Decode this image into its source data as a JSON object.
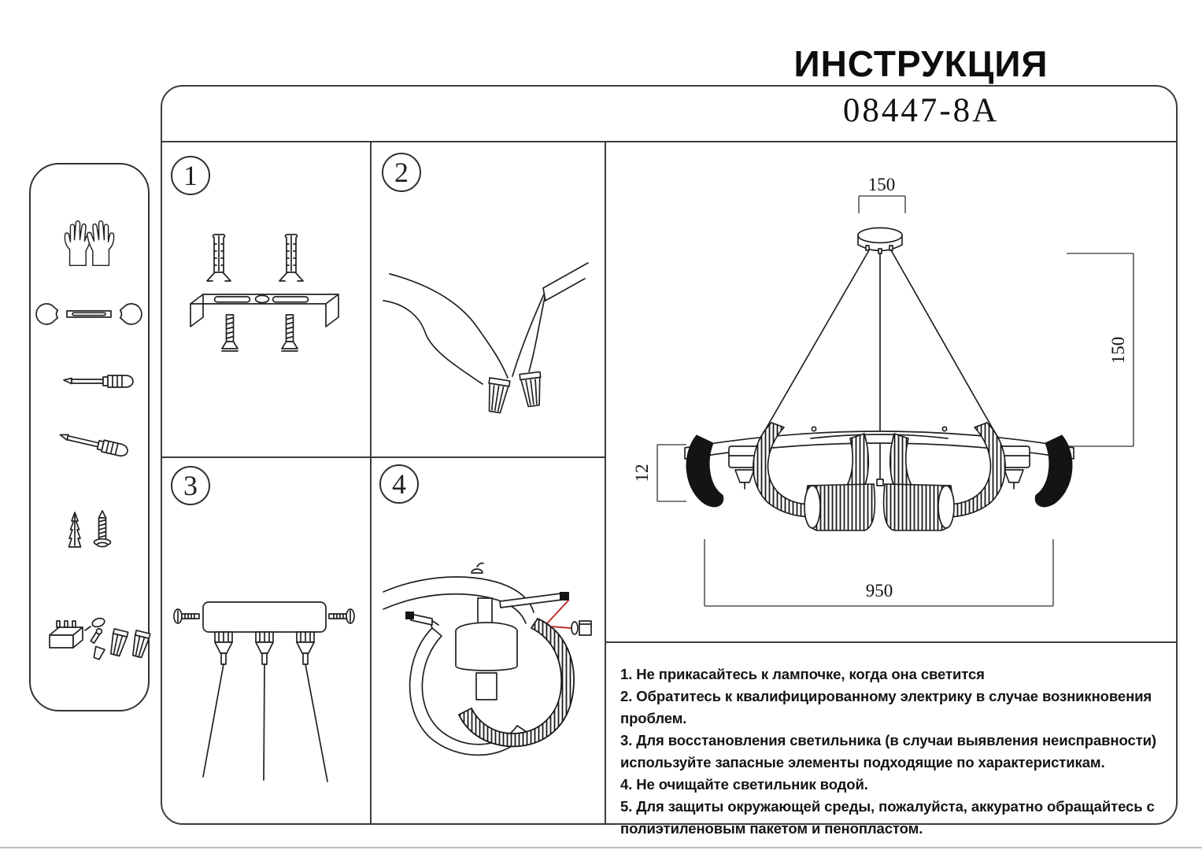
{
  "page": {
    "title": "ИНСТРУКЦИЯ",
    "model": "08447-8A"
  },
  "sidebar": {
    "tools": [
      {
        "name": "gloves"
      },
      {
        "name": "open-end-wrench"
      },
      {
        "name": "flat-screwdriver"
      },
      {
        "name": "second-screwdriver"
      },
      {
        "name": "wall-anchor-and-screw"
      },
      {
        "name": "small-hardware-parts"
      }
    ]
  },
  "steps": [
    {
      "number": "1"
    },
    {
      "number": "2"
    },
    {
      "number": "3"
    },
    {
      "number": "4"
    }
  ],
  "diagram": {
    "dim_canopy_width": "150",
    "dim_hanging_height": "150",
    "dim_body_height": "12",
    "dim_diameter": "950"
  },
  "notes": {
    "lines": [
      "1. Не прикасайтесь к лампочке, когда она светится",
      "2. Обратитесь к квалифицированному электрику в случае возникновения проблем.",
      "3. Для восстановления светильника (в случаи выявления неисправности) используйте запасные элементы подходящие по характеристикам.",
      "4. Не очищайте светильник водой.",
      "5. Для защиты окружающей среды, пожалуйста, аккуратно обращайтесь с полиэтиленовым пакетом и пенопластом."
    ]
  }
}
